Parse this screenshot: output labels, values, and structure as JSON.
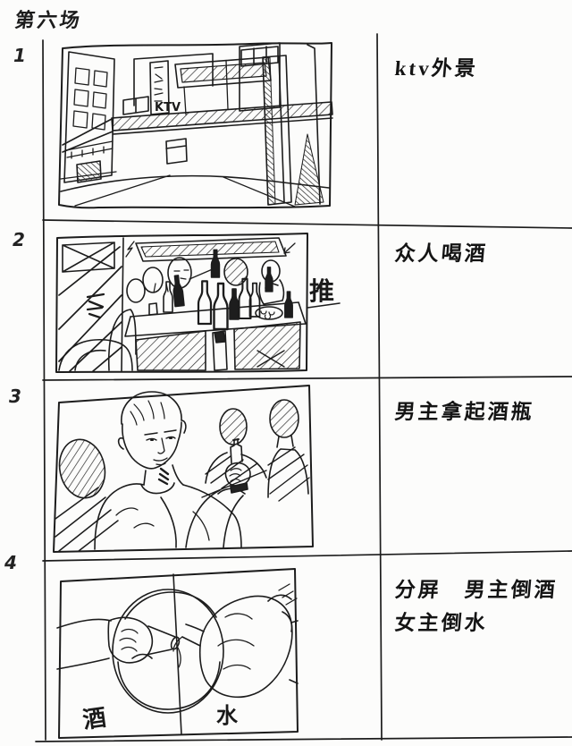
{
  "page": {
    "title": "第六场"
  },
  "colors": {
    "paper": "#fcfcfb",
    "ink": "#1c1c1c"
  },
  "rows": [
    {
      "number": "1",
      "description": "ktv外景"
    },
    {
      "number": "2",
      "description": "众人喝酒",
      "camera_note": "推"
    },
    {
      "number": "3",
      "description": "男主拿起酒瓶"
    },
    {
      "number": "4",
      "description": "分屏　男主倒酒",
      "description2": "女主倒水",
      "split_labels": {
        "left": "酒",
        "right": "水"
      }
    }
  ],
  "sketch_text": {
    "ktv_sign": "KTV"
  }
}
